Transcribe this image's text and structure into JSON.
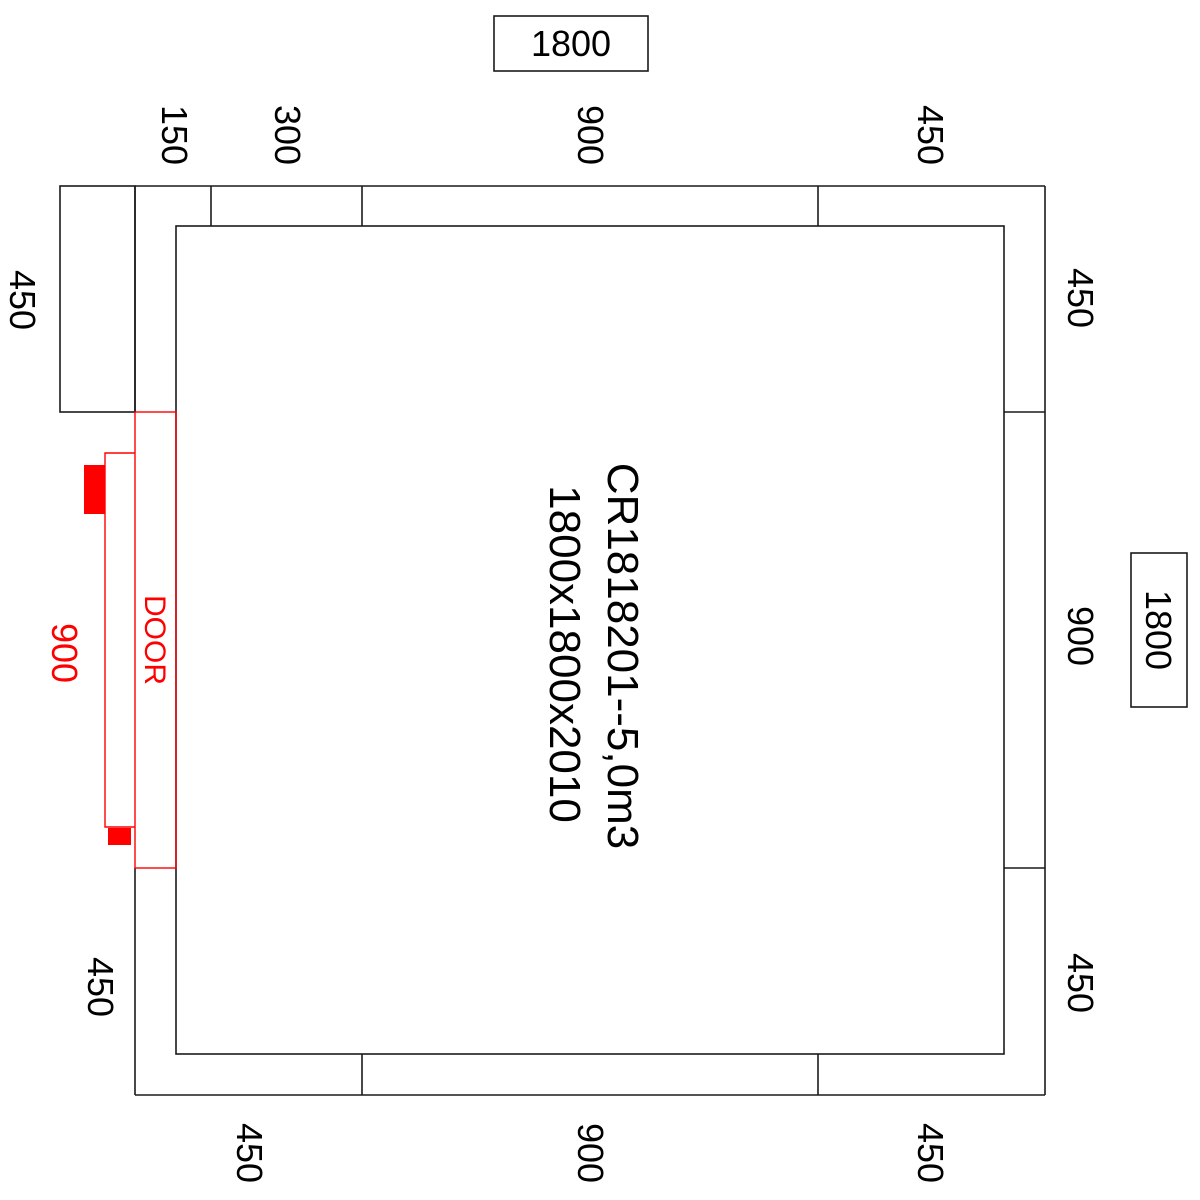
{
  "drawing": {
    "title_line1": "CR1818201--5,0m3",
    "title_line2": "1800x1800x2010",
    "overall_width_label": "1800",
    "overall_depth_label": "1800",
    "door": {
      "label": "DOOR",
      "width_label": "900",
      "color": "#ff0000"
    },
    "top_dimensions": [
      "150",
      "300",
      "900",
      "450"
    ],
    "bottom_dimensions": [
      "450",
      "900",
      "450"
    ],
    "right_dimensions": [
      "450",
      "900",
      "450"
    ],
    "left_dimensions": [
      "450",
      "450"
    ],
    "line_color": "#1a1a1a"
  }
}
